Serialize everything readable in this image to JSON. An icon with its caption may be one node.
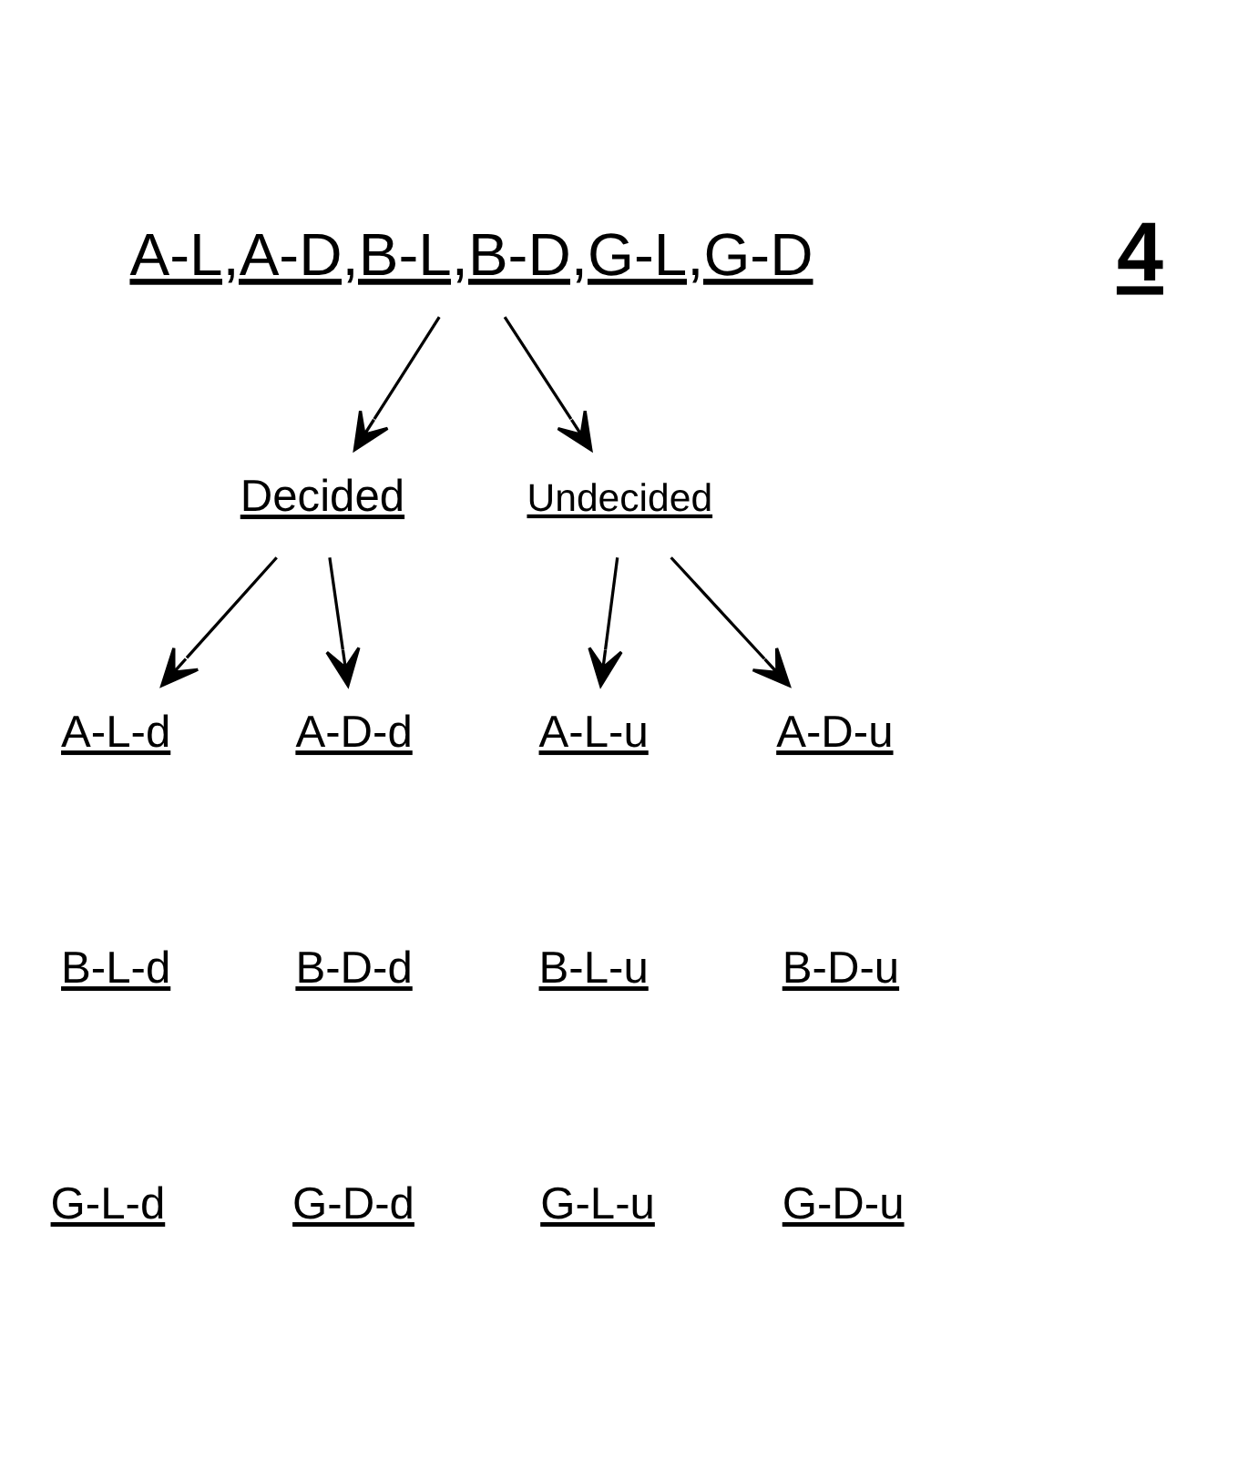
{
  "diagram": {
    "nodes": [
      {
        "text": [
          "A-L,A-D,B-L,B-D,G-L,G-D"
        ]
      },
      {
        "text": [
          "Decided"
        ]
      },
      {
        "text": [
          "Undecided"
        ]
      },
      {
        "text": [
          "A-L-d"
        ]
      },
      {
        "text": [
          "A-D-d"
        ]
      },
      {
        "text": [
          "B-L-d"
        ]
      },
      {
        "text": [
          "B-D-d"
        ]
      },
      {
        "text": [
          "G-L-d"
        ]
      },
      {
        "text": [
          "G-D-d"
        ]
      },
      {
        "text": [
          "A-L-u"
        ]
      },
      {
        "text": [
          "A-D-u"
        ]
      },
      {
        "text": [
          "B-L-u"
        ]
      },
      {
        "text": [
          "B-D-u"
        ]
      },
      {
        "text": [
          "G-L-u"
        ]
      },
      {
        "text": [
          "G-D-u"
        ]
      }
    ],
    "edges": [
      {
        "from": 0,
        "to": 1,
        "arrow": "to"
      },
      {
        "from": 0,
        "to": 2,
        "arrow": "to"
      },
      {
        "from": 1,
        "to": 3,
        "arrow": "to"
      },
      {
        "from": 1,
        "to": 4,
        "arrow": "to"
      },
      {
        "from": 2,
        "to": 9,
        "arrow": "to"
      },
      {
        "from": 2,
        "to": 10,
        "arrow": "to"
      }
    ],
    "labels": [
      "4"
    ]
  }
}
